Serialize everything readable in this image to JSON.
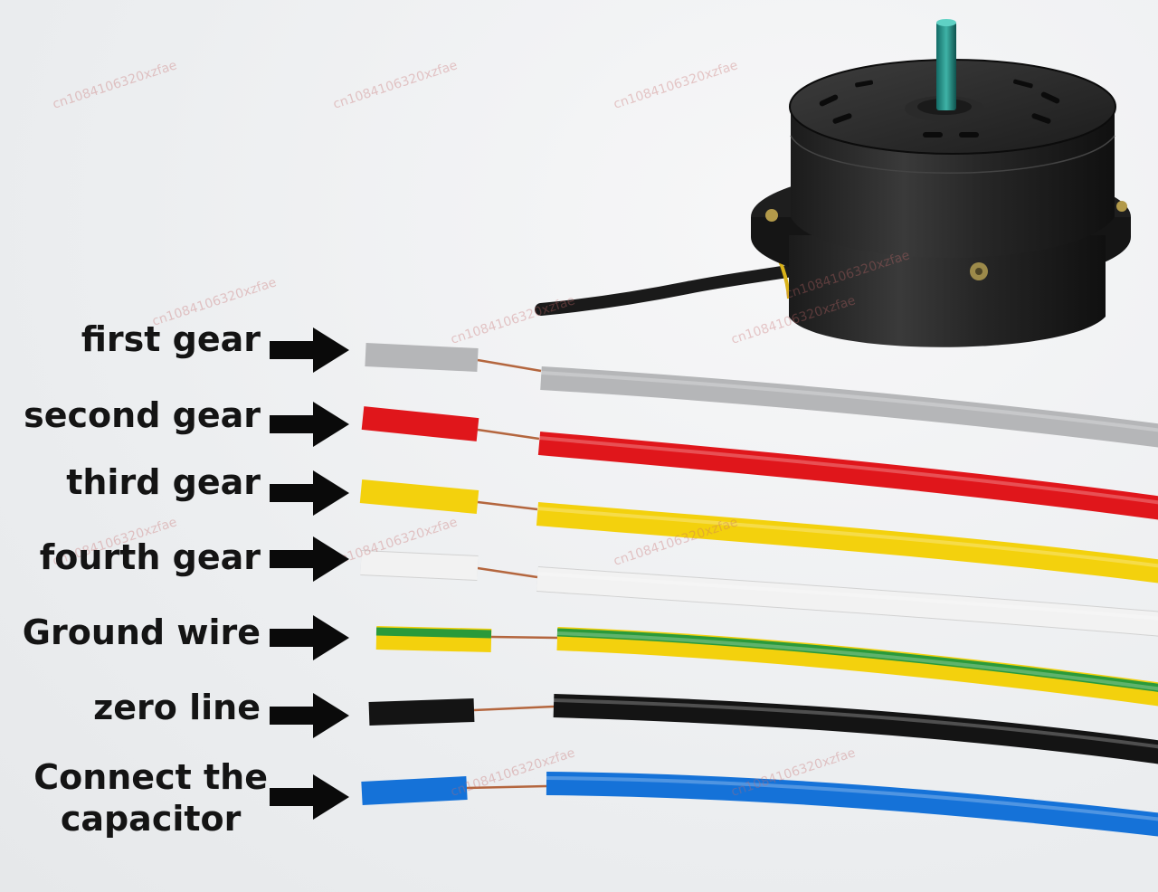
{
  "wires": [
    {
      "label": "first gear",
      "color": "#b5b6b8"
    },
    {
      "label": "second gear",
      "color": "#e0161b"
    },
    {
      "label": "third gear",
      "color": "#f3d10d"
    },
    {
      "label": "fourth gear",
      "color": "#f2f2f2"
    },
    {
      "label": "Ground wire",
      "color": "#f3d10d",
      "stripe": "#2a9a3a"
    },
    {
      "label": "zero line",
      "color": "#141414"
    },
    {
      "label": "Connect the\ncapacitor",
      "color": "#1572d8"
    }
  ],
  "watermark": "cn1084106320xzfae"
}
